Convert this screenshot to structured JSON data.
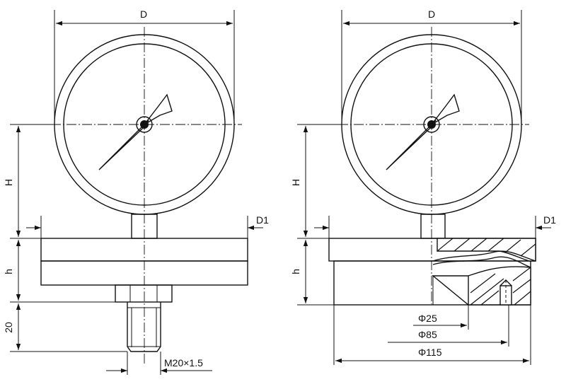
{
  "left_view": {
    "dim_d": "D",
    "dim_h_upper": "H",
    "dim_h_lower": "h",
    "dim_d1": "D1",
    "dim_20": "20",
    "dim_thread": "M20×1.5"
  },
  "right_view": {
    "dim_d": "D",
    "dim_h_upper": "H",
    "dim_h_lower": "h",
    "dim_d1": "D1",
    "dim_phi25": "Φ25",
    "dim_phi85": "Φ85",
    "dim_phi115": "Φ115"
  }
}
